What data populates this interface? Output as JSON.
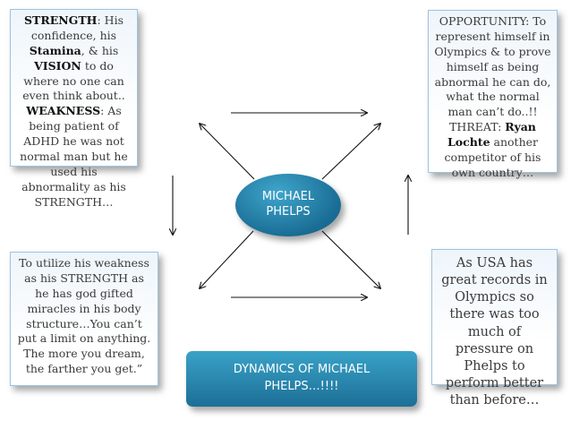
{
  "hub": {
    "line1": "MICHAEL",
    "line2": "PHELPS"
  },
  "strength_box": {
    "label": "STRENGTH",
    "t1": ": His confidence, his ",
    "kw_stamina": "Stamina",
    "t2": ", & his ",
    "kw_vision": "VISION",
    "t3": " to do where no one can even think about..",
    "weakness_label": "WEAKNESS",
    "t4": ": As being patient of ADHD he was not normal man but he used his abnormality as his STRENGTH…"
  },
  "opportunity_box": {
    "t1": "OPPORTUNITY: To represent himself in Olympics & to prove himself as being abnormal he can do, what the normal man can’t do..!!",
    "threat_prefix": "THREAT: ",
    "kw_lochte": "Ryan Lochte",
    "t2": " another competitor of his own country…"
  },
  "weakness_use_box": {
    "text": "To utilize his weakness as his STRENGTH as he has god gifted miracles in his body structure…You can’t put a limit on anything. The more you dream, the farther you get.”"
  },
  "pressure_box": {
    "text": "As USA has great records in Olympics so there was too much of pressure on Phelps to perform better than before…"
  },
  "banner": {
    "line1": "DYNAMICS OF MICHAEL",
    "line2": "PHELPS…!!!!"
  },
  "colors": {
    "accent": "#1f7aa3",
    "box_border": "#9fc3df",
    "arrow": "#111111"
  }
}
